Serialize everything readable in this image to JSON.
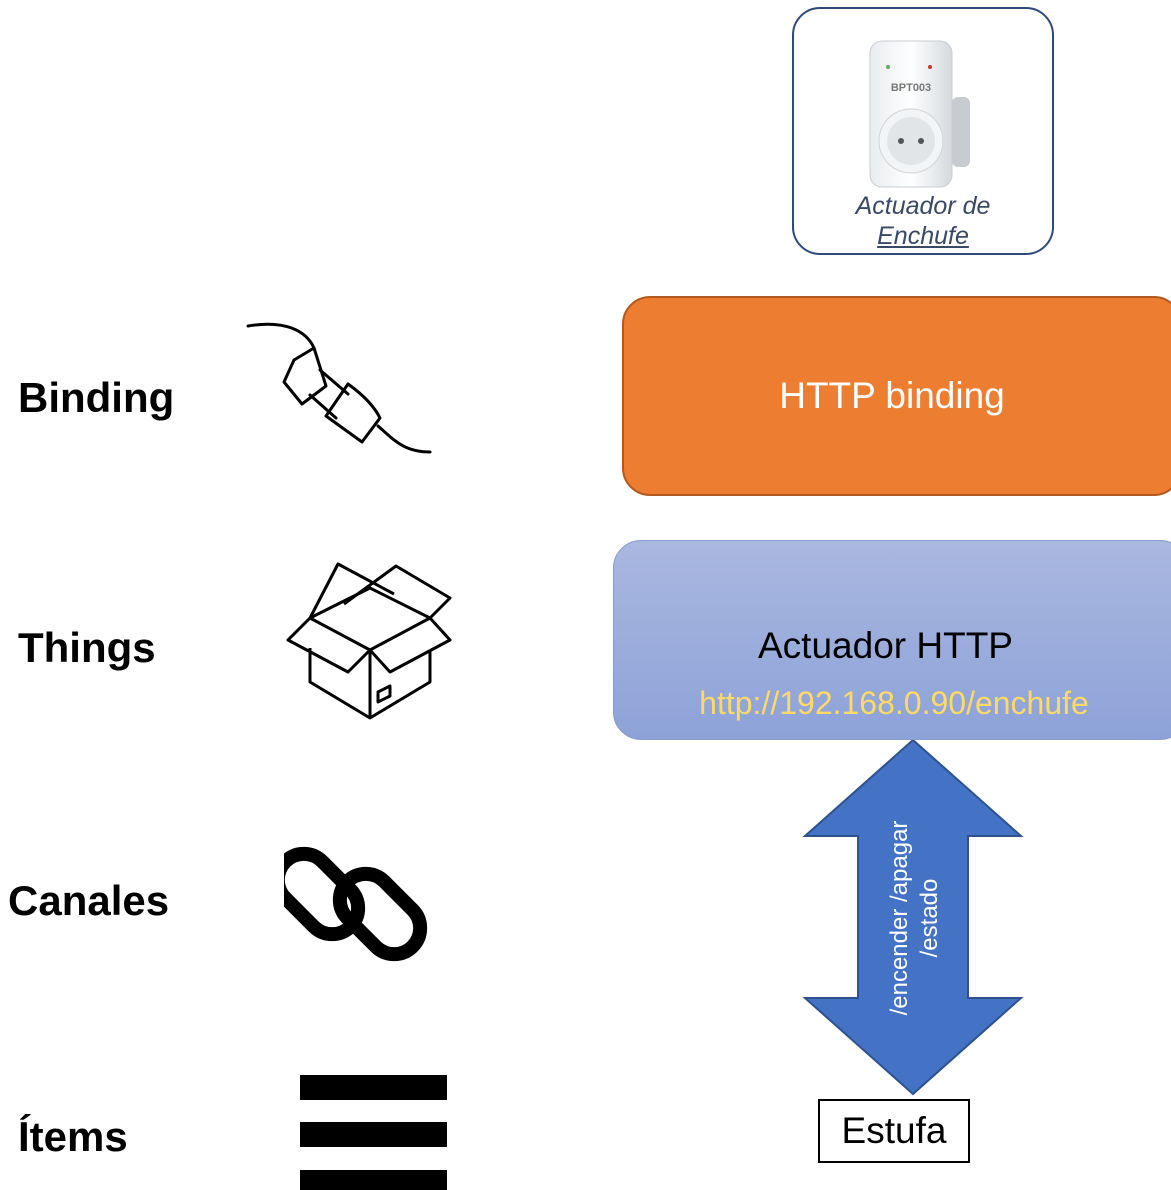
{
  "labels": {
    "binding": "Binding",
    "things": "Things",
    "canales": "Canales",
    "items": "Ítems"
  },
  "device": {
    "model_text": "BPT003",
    "caption_line1": "Actuador de",
    "caption_line2": "Enchufe"
  },
  "binding_box": {
    "text": "HTTP binding",
    "color": "#ed7d31"
  },
  "thing_box": {
    "title": "Actuador HTTP",
    "url": "http://192.168.0.90/enchufe",
    "color": "#8faadc",
    "url_color": "#ffd966"
  },
  "arrow": {
    "line1": "/encender  /apagar",
    "line2": "/estado",
    "color": "#4472c4"
  },
  "target": {
    "text": "Estufa"
  },
  "icons": [
    "plug-icon",
    "box-icon",
    "chain-link-icon",
    "list-icon"
  ]
}
